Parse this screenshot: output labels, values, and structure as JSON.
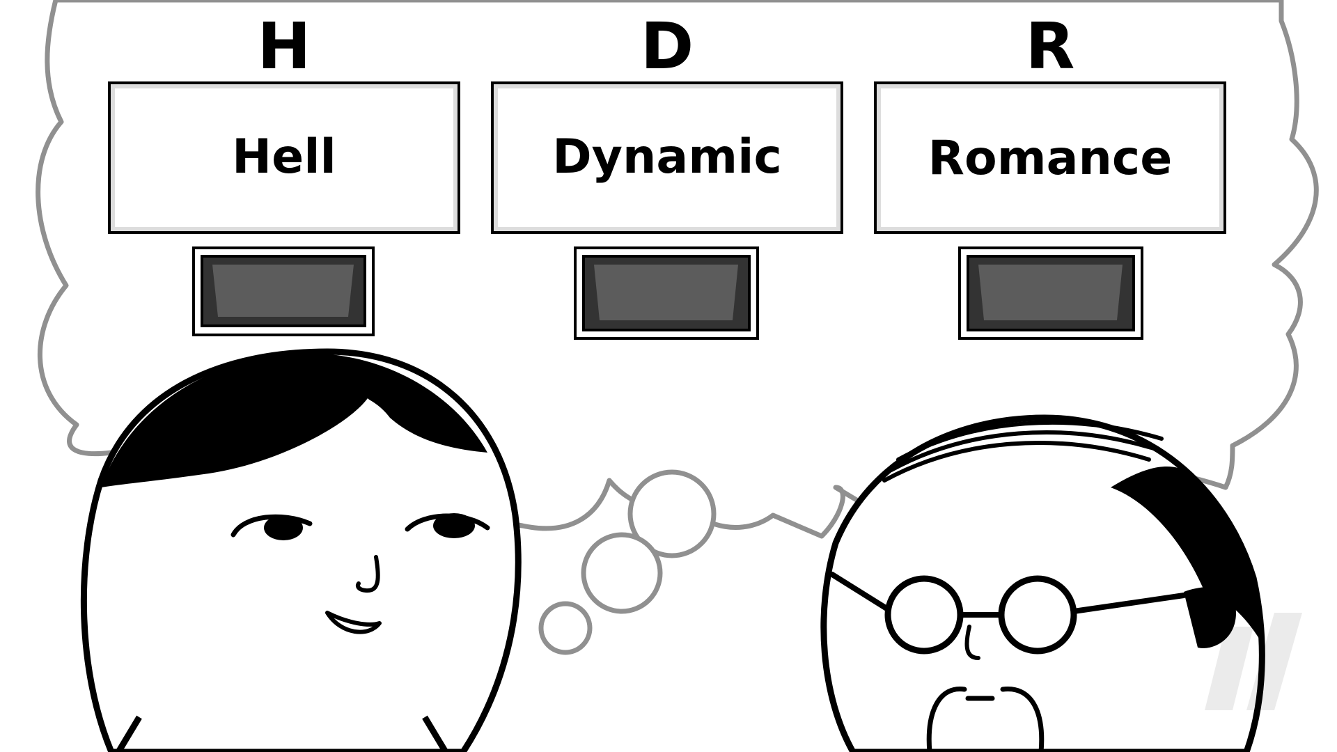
{
  "acronym": {
    "slots": [
      {
        "letter": "H",
        "word": "Hell"
      },
      {
        "letter": "D",
        "word": "Dynamic"
      },
      {
        "letter": "R",
        "word": "Romance"
      }
    ]
  },
  "colors": {
    "ink": "#000000",
    "bubble_outline": "#909090",
    "card_fill": "#ffffff",
    "switch_fill": "#5c5c5c",
    "switch_dark": "#333333",
    "skin": "#ffffff"
  },
  "icons": {
    "switch": "rocker-switch-icon",
    "glasses": "round-glasses-icon",
    "watermark": "nintendo-life-logo"
  }
}
